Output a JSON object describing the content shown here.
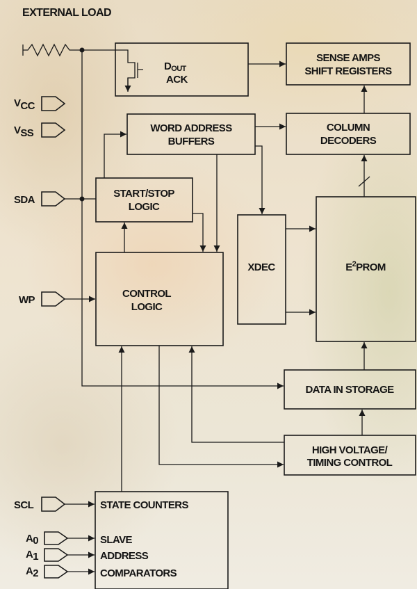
{
  "title": "EXTERNAL LOAD",
  "pins": {
    "vcc": {
      "main": "V",
      "sub": "CC"
    },
    "vss": {
      "main": "V",
      "sub": "SS"
    },
    "sda": "SDA",
    "wp": "WP",
    "scl": "SCL",
    "a0": {
      "main": "A",
      "sub": "0"
    },
    "a1": {
      "main": "A",
      "sub": "1"
    },
    "a2": {
      "main": "A",
      "sub": "2"
    }
  },
  "blocks": {
    "dout": {
      "main": "D",
      "sub": "OUT",
      "line2": "ACK"
    },
    "sense": [
      "SENSE AMPS",
      "SHIFT REGISTERS"
    ],
    "word_address": [
      "WORD ADDRESS",
      "BUFFERS"
    ],
    "column": [
      "COLUMN",
      "DECODERS"
    ],
    "start_stop": [
      "START/STOP",
      "LOGIC"
    ],
    "xdec": "XDEC",
    "eeprom": {
      "prefix": "E",
      "sup": "2",
      "suffix": "PROM"
    },
    "control": [
      "CONTROL",
      "LOGIC"
    ],
    "data_in": "DATA IN STORAGE",
    "hv": [
      "HIGH VOLTAGE/",
      "TIMING CONTROL"
    ],
    "state": [
      "STATE COUNTERS",
      "SLAVE",
      "ADDRESS",
      "COMPARATORS"
    ]
  }
}
